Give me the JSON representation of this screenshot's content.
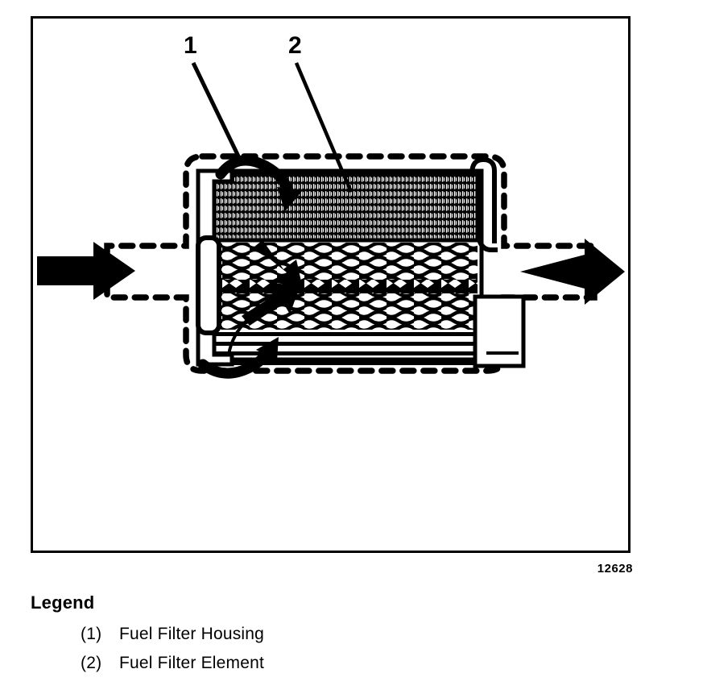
{
  "figure": {
    "number": "12628",
    "callouts": [
      {
        "id": "1",
        "text": "1"
      },
      {
        "id": "2",
        "text": "2"
      }
    ]
  },
  "legend": {
    "title": "Legend",
    "items": [
      {
        "key": "(1)",
        "label": "Fuel Filter Housing"
      },
      {
        "key": "(2)",
        "label": "Fuel Filter Element"
      }
    ]
  },
  "diagram": {
    "type": "cutaway-schematic",
    "subject": "fuel filter",
    "ink_color": "#000000",
    "background_color": "#ffffff",
    "housing_outline_style": "dashed",
    "flow": {
      "inlet_label": "inlet-flow-arrow",
      "outlet_label": "outlet-flow-arrow",
      "direction": "left-to-right"
    },
    "zones": [
      {
        "name": "pleated-media-band",
        "pattern": "dense-vertical-hatch"
      },
      {
        "name": "mesh-screen-band",
        "pattern": "woven-wave"
      },
      {
        "name": "clean-side-band",
        "pattern": "horizontal-lines"
      }
    ]
  }
}
